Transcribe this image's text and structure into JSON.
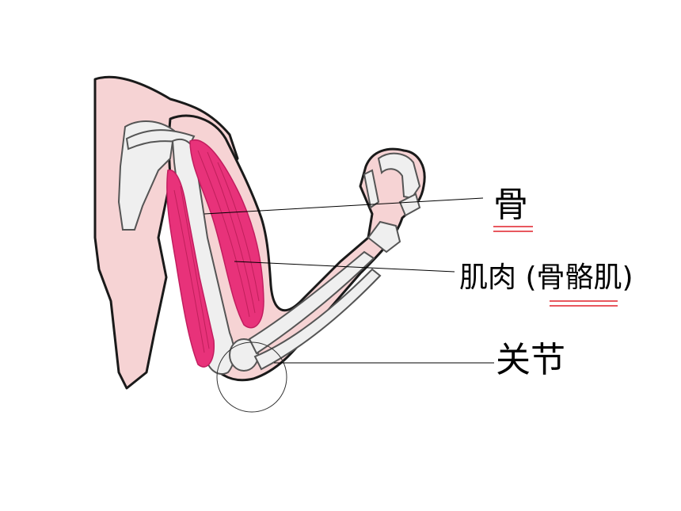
{
  "labels": {
    "bone": "骨",
    "muscle": "肌肉 (骨骼肌)",
    "joint": "关节"
  },
  "colors": {
    "skin": "#f6d3d4",
    "skin_outline": "#1a1a1a",
    "muscle": "#e8327a",
    "muscle_dark": "#c21d5f",
    "bone": "#efefef",
    "underline": "#e0202a",
    "leader_line": "#000000"
  }
}
